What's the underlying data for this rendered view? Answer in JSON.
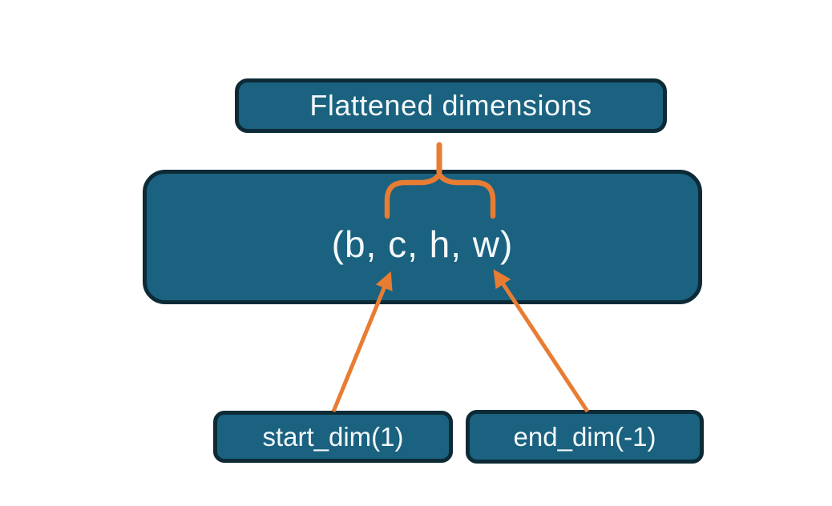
{
  "diagram": {
    "flattened_box": {
      "label": "Flattened dimensions"
    },
    "tensor_box": {
      "label": "(b, c, h, w)"
    },
    "start_dim_box": {
      "label": "start_dim(1)"
    },
    "end_dim_box": {
      "label": "end_dim(-1)"
    },
    "colors": {
      "box_fill": "#1A6280",
      "box_border": "#0D2A37",
      "accent_orange": "#E87C33",
      "text": "#F4F8FA",
      "background": "#FFFFFF"
    }
  }
}
